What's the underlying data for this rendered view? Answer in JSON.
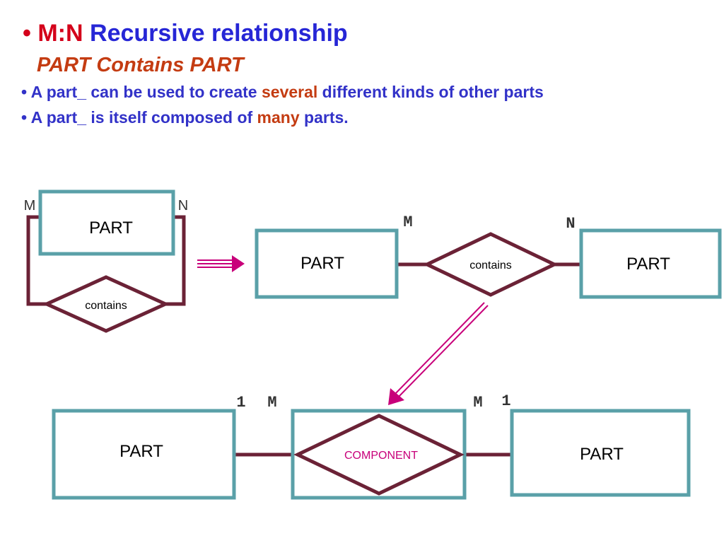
{
  "heading": {
    "bullet": "•",
    "mn": "M:N",
    "title": "Recursive relationship",
    "subtitle": "PART Contains PART"
  },
  "bullets": [
    {
      "bullet": "•",
      "pre": "A part_  can be used to create ",
      "highlight": "several",
      "post": " different kinds of other parts"
    },
    {
      "bullet": "•",
      "pre": "A part_  is itself composed of ",
      "highlight": "many",
      "post": " parts."
    }
  ],
  "diagram": {
    "recursive": {
      "entity": "PART",
      "relationship": "contains",
      "card_left": "M",
      "card_right": "N"
    },
    "binary": {
      "left_entity": "PART",
      "relationship": "contains",
      "right_entity": "PART",
      "card_left": "M",
      "card_right": "N"
    },
    "associative": {
      "left_entity": "PART",
      "relationship": "COMPONENT",
      "right_entity": "PART",
      "card_left_one": "1",
      "card_left_many": "M",
      "card_right_many": "M",
      "card_right_one": "1"
    }
  },
  "colors": {
    "entity_border": "#5aa0a8",
    "relationship_border": "#6b2236",
    "arrow": "#c8007a",
    "title_red": "#d4001a",
    "title_blue": "#2626d6",
    "accent_orange": "#c43c12"
  }
}
